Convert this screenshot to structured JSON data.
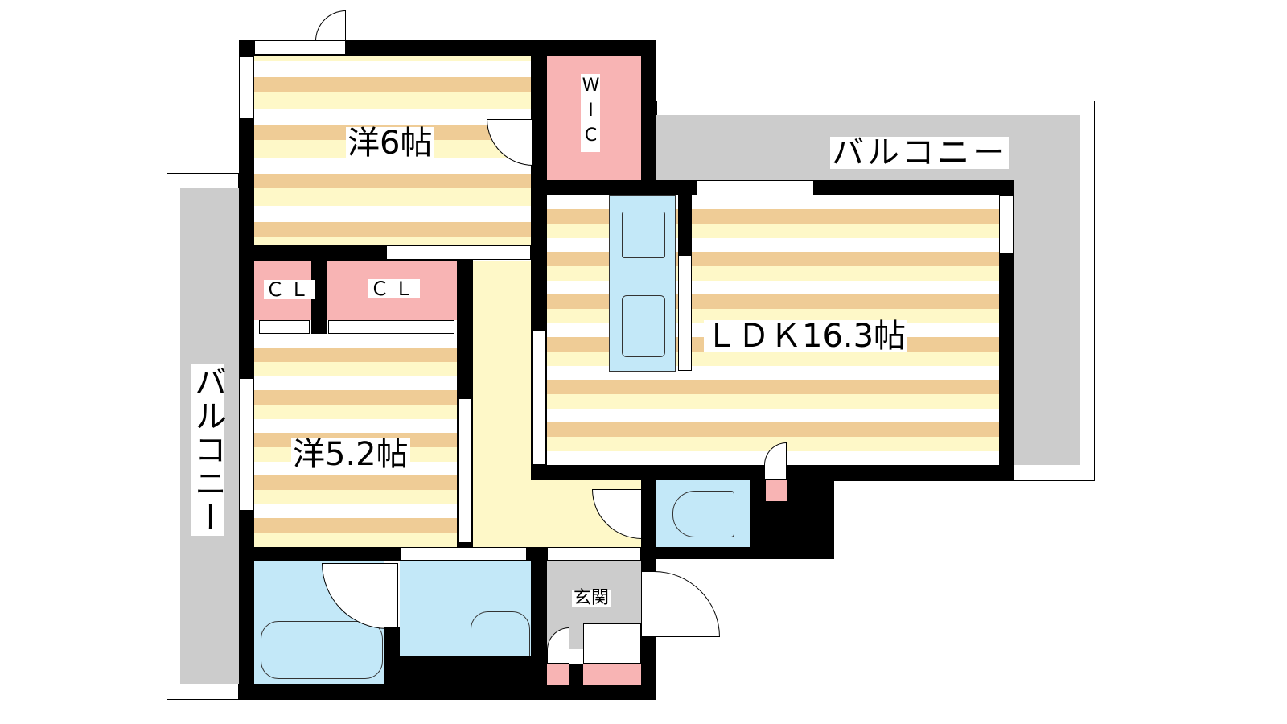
{
  "rooms": {
    "western_6": "洋6帖",
    "western_5_2": "洋5.2帖",
    "ldk": "ＬＤＫ16.3帖",
    "wic": "WIC",
    "closet_1": "ＣＬ",
    "closet_2": "ＣＬ",
    "entrance": "玄関",
    "balcony_top": "バルコニー",
    "balcony_left": "バルコニー"
  },
  "colors": {
    "wall": "#000000",
    "floor_tan": "#efcc96",
    "floor_cream": "#fef8c8",
    "closet_pink": "#f8b4b4",
    "wet_area_blue": "#c3e8f8",
    "balcony_gray": "#cccccc"
  }
}
